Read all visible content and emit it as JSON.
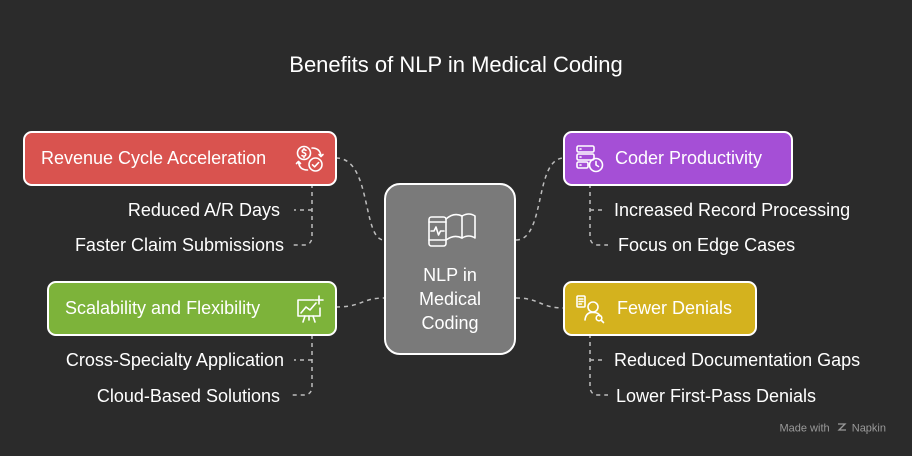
{
  "title": "Benefits of NLP in Medical Coding",
  "center": {
    "line1": "NLP in",
    "line2": "Medical",
    "line3": "Coding",
    "icon": "mobile-book-icon"
  },
  "branches": {
    "revenue": {
      "label": "Revenue Cycle Acceleration",
      "icon": "dollar-cycle-icon",
      "color": "#d9534f",
      "items": [
        "Reduced A/R Days",
        "Faster Claim Submissions"
      ]
    },
    "scalability": {
      "label": "Scalability and Flexibility",
      "icon": "growth-chart-icon",
      "color": "#7db33a",
      "items": [
        "Cross-Specialty Application",
        "Cloud-Based Solutions"
      ]
    },
    "productivity": {
      "label": "Coder Productivity",
      "icon": "server-clock-icon",
      "color": "#a54fd6",
      "items": [
        "Increased Record Processing",
        "Focus on Edge Cases"
      ]
    },
    "denials": {
      "label": "Fewer Denials",
      "icon": "document-person-icon",
      "color": "#d4b21e",
      "items": [
        "Reduced Documentation Gaps",
        "Lower First-Pass Denials"
      ]
    }
  },
  "footer": {
    "made_with": "Made with",
    "brand": "Napkin",
    "icon": "napkin-logo-icon"
  }
}
